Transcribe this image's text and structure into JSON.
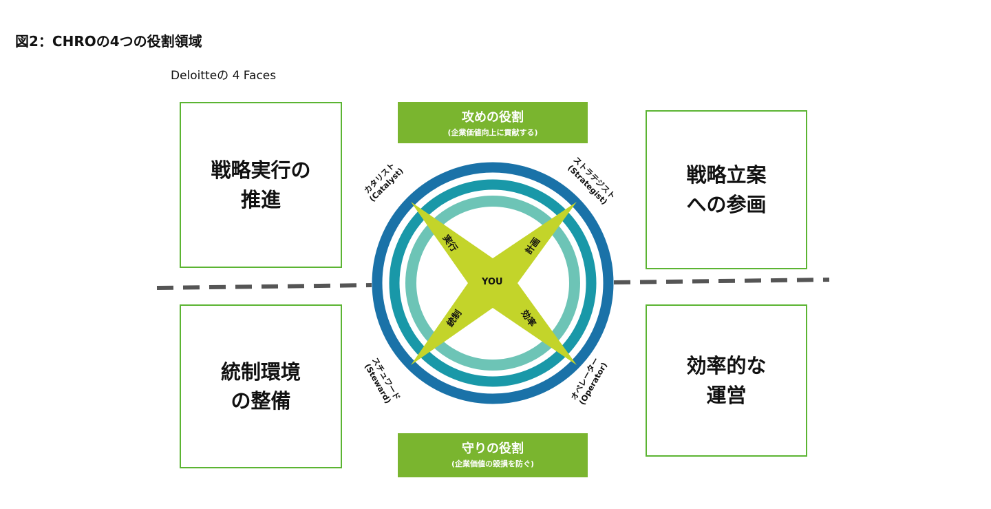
{
  "title": "図2：CHROの4つの役割領域",
  "subtitle": "Deloitteの 4 Faces",
  "quadrants": {
    "top_left": "戦略実行の\n推進",
    "top_right": "戦略立案\nへの参画",
    "bottom_left": "統制環境\nの整備",
    "bottom_right": "効率的な\n運営"
  },
  "banners": {
    "offense": {
      "main": "攻めの役割",
      "sub": "(企業価値向上に貢献する)"
    },
    "defense": {
      "main": "守りの役割",
      "sub": "(企業価値の毀損を防ぐ)"
    }
  },
  "roles": {
    "catalyst": "カタリスト\n(Catalyst)",
    "strategist": "ストラテジスト\n(Strategist)",
    "steward": "スチュワード\n(Steward)",
    "operator": "オペレーター\n(Operator)"
  },
  "arms": {
    "execution": "実行",
    "planning": "計画",
    "control": "統制",
    "efficiency": "効率"
  },
  "center": "YOU",
  "colors": {
    "green_border": "#5bb432",
    "banner": "#7ab52f",
    "ring_outer": "#1a72a8",
    "ring_mid": "#1998a8",
    "ring_inner": "#6dc4b6",
    "star": "#c3d42a"
  }
}
